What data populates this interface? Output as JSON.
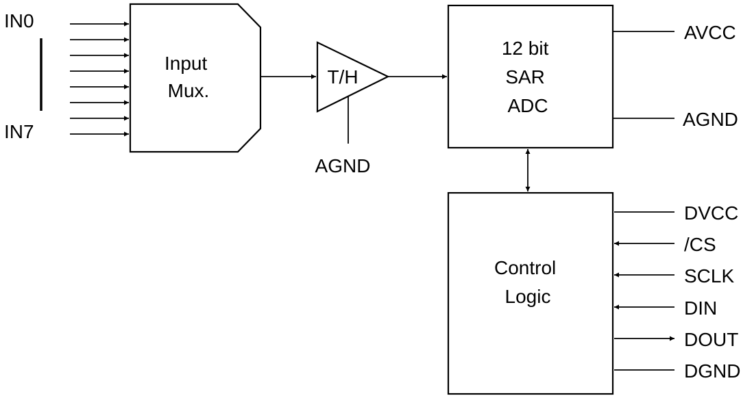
{
  "colors": {
    "line": "#000000",
    "background": "#ffffff"
  },
  "inputs": {
    "first_label": "IN0",
    "last_label": "IN7",
    "count": 8
  },
  "mux": {
    "lines": [
      "Input",
      "Mux."
    ]
  },
  "track_hold": {
    "label": "T/H",
    "ground_label": "AGND"
  },
  "adc": {
    "lines": [
      "12 bit",
      "SAR",
      "ADC"
    ],
    "pins": {
      "supply": "AVCC",
      "ground": "AGND"
    }
  },
  "control": {
    "lines": [
      "Control",
      "Logic"
    ],
    "pins": [
      {
        "label": "DVCC",
        "direction": "none"
      },
      {
        "label": "/CS",
        "direction": "in"
      },
      {
        "label": "SCLK",
        "direction": "in"
      },
      {
        "label": "DIN",
        "direction": "in"
      },
      {
        "label": "DOUT",
        "direction": "out"
      },
      {
        "label": "DGND",
        "direction": "none"
      }
    ]
  }
}
